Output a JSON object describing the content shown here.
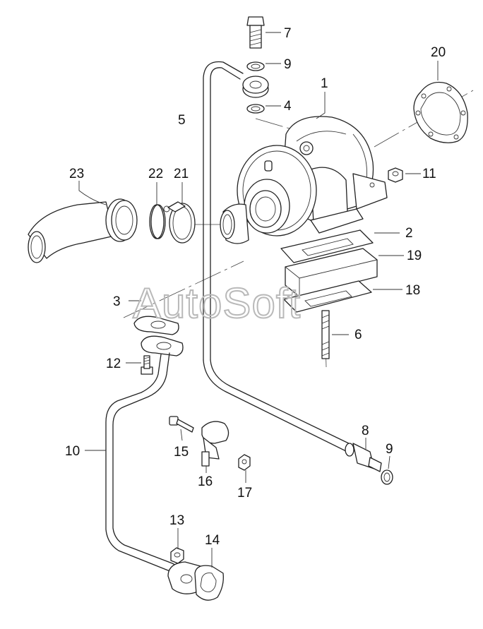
{
  "watermark": "AutoSoft",
  "callouts": [
    "1",
    "2",
    "3",
    "4",
    "5",
    "6",
    "7",
    "8",
    "9",
    "9",
    "10",
    "11",
    "12",
    "13",
    "14",
    "15",
    "16",
    "17",
    "18",
    "19",
    "20",
    "21",
    "22",
    "23"
  ]
}
